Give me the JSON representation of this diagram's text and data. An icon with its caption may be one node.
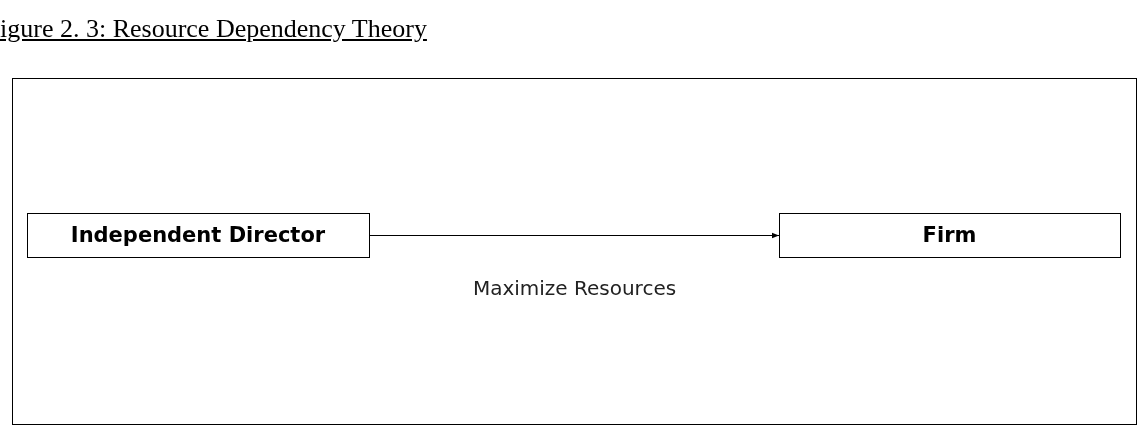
{
  "diagram": {
    "title": "igure 2. 3: Resource Dependency Theory",
    "nodes": [
      {
        "text": [],
        "shape": "box"
      },
      {
        "text": [
          "Independent Director"
        ],
        "in": 0
      },
      {
        "text": [
          "Firm"
        ],
        "in": 0
      }
    ],
    "edges": [
      {
        "from": 1,
        "to": 2,
        "arrow": "to",
        "label": "Maximize Resources"
      }
    ]
  }
}
